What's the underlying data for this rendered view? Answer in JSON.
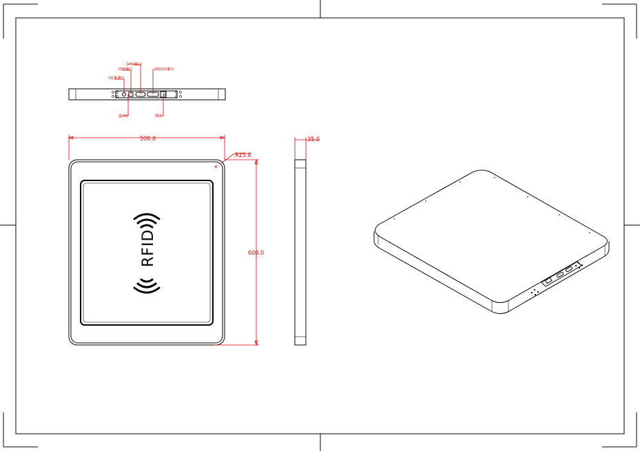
{
  "colors": {
    "line": "#000000",
    "dimension": "#e00000",
    "background": "#ffffff"
  },
  "callouts": {
    "dc_port": "DC电源口",
    "usb_port": "USB接口",
    "gpio_port": "GPIO串口",
    "rs232_port": "RS232串口",
    "led": "指示灯",
    "network_port": "网口"
  },
  "dimensions": {
    "width": "500.0",
    "height": "600.0",
    "thickness": "35.0",
    "corner_radius": "R25.0"
  },
  "front_view": {
    "logo_text": "RFID"
  }
}
